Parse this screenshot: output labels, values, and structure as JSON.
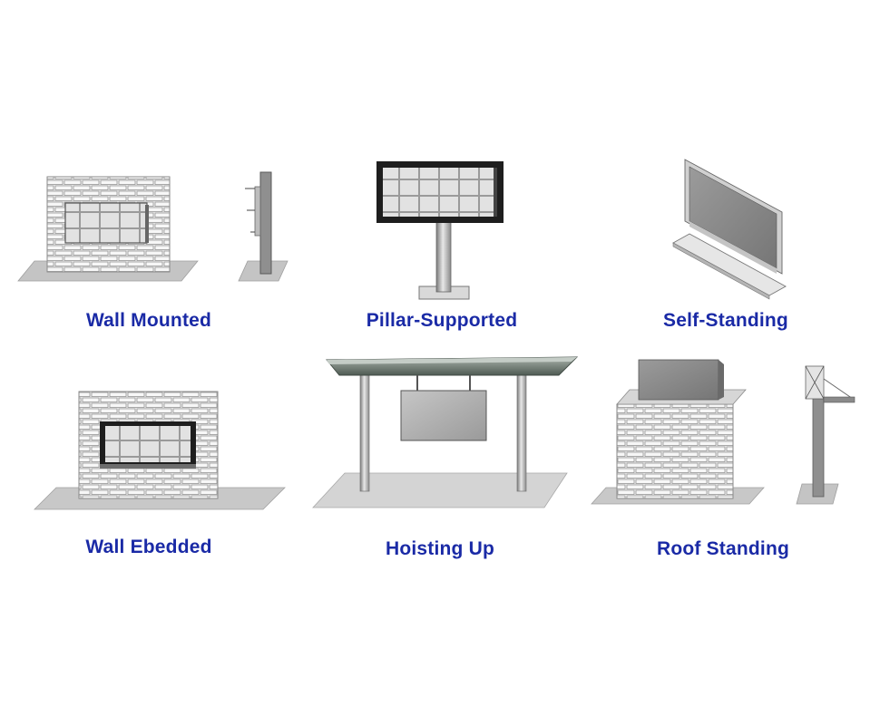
{
  "colors": {
    "caption": "#1a2aa6",
    "brick_face": "#ececec",
    "brick_mortar": "#8a8a8a",
    "ground": "#c4c4c4",
    "panel_grid": "#e2e2e2",
    "panel_frame": "#1e1e1e",
    "solid_screen": "#8c8c8c",
    "canopy": "#5f6b62"
  },
  "installations": [
    {
      "id": "wall-mounted",
      "label": "Wall Mounted"
    },
    {
      "id": "pillar-supported",
      "label": "Pillar-Supported"
    },
    {
      "id": "self-standing",
      "label": "Self-Standing"
    },
    {
      "id": "wall-embedded",
      "label": "Wall Ebedded"
    },
    {
      "id": "hoisting-up",
      "label": "Hoisting Up"
    },
    {
      "id": "roof-standing",
      "label": "Roof Standing"
    }
  ],
  "icons": {
    "wall_mount": "wall-mount-illustration",
    "pillar": "pillar-display-illustration",
    "self_standing": "self-standing-display-illustration",
    "embedded": "embedded-wall-display-illustration",
    "hoisting": "canopy-hoisted-display-illustration",
    "roof": "roof-display-illustration"
  }
}
